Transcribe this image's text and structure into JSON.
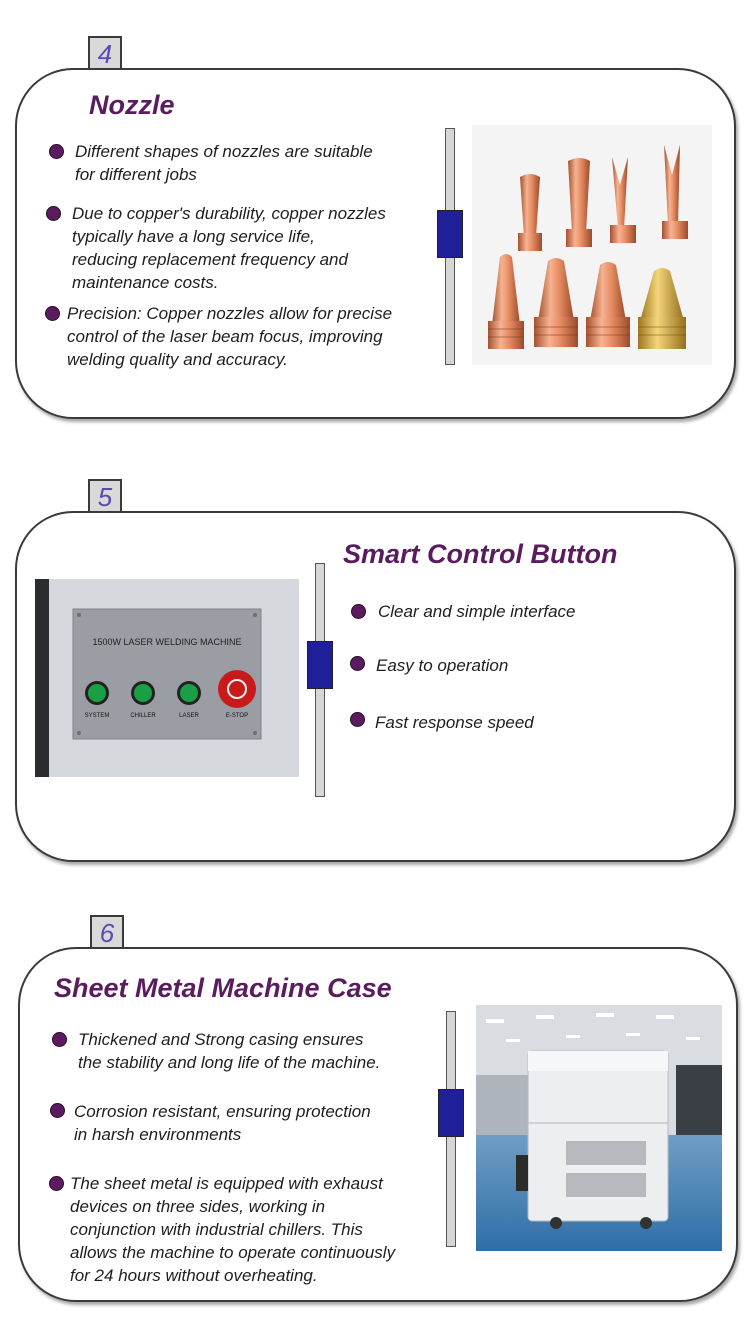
{
  "sections": [
    {
      "number": "4",
      "title": "Nozzle",
      "bullets": [
        "Different shapes of nozzles are suitable\nfor different jobs",
        "Due to copper's durability, copper nozzles\ntypically have a long service life,\nreducing replacement frequency and\nmaintenance costs.",
        "Precision: Copper nozzles allow for precise\ncontrol of the laser beam focus, improving\nwelding quality and accuracy."
      ]
    },
    {
      "number": "5",
      "title": "Smart Control Button",
      "bullets": [
        "Clear and simple interface",
        "Easy to operation",
        "Fast response speed"
      ],
      "panel": {
        "label": "1500W LASER WELDING MACHINE",
        "buttons": [
          "SYSTEM",
          "CHILLER",
          "LASER",
          "E-STOP"
        ]
      }
    },
    {
      "number": "6",
      "title": "Sheet Metal Machine Case",
      "bullets": [
        "Thickened and Strong casing ensures\nthe stability and long life of the machine.",
        "Corrosion resistant, ensuring protection\nin harsh environments",
        "The sheet metal is equipped with exhaust\ndevices on three sides, working in\nconjunction with industrial chillers. This\nallows the machine to operate continuously\n for 24 hours without overheating."
      ]
    }
  ],
  "colors": {
    "title": "#5a1c5e",
    "bullet_dot": "#5a1c5e",
    "tab_number": "#5b4ab3",
    "slider_knob": "#1f1f99",
    "copper": "#e08a62",
    "brass": "#d4a93c"
  }
}
